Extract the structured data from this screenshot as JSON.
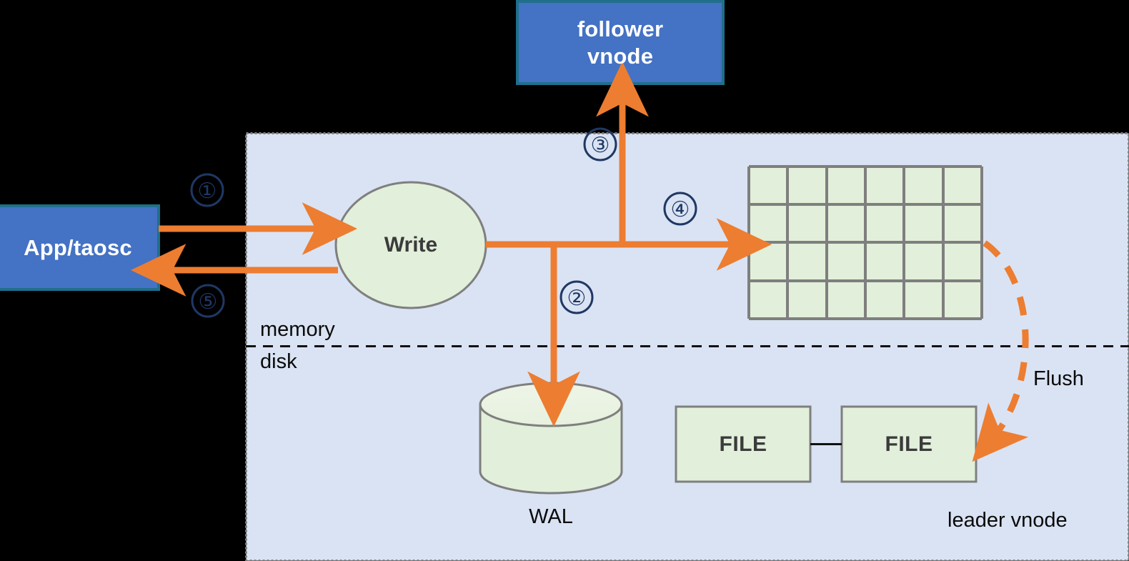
{
  "diagram": {
    "title": "TDengine leader vnode write path",
    "background_color": "#000000",
    "panel_fill": "#dae3f3",
    "panel_border_color": "#808080",
    "accent_color": "#ed7d31",
    "blue_box_fill": "#4472c4",
    "blue_box_border": "#1f6f8b",
    "green_fill": "#e2efda",
    "green_border": "#7f7f7f",
    "number_color": "#1f3864",
    "text_color": "#0a0a0a"
  },
  "nodes": {
    "app": {
      "label": "App/taosc"
    },
    "follower": {
      "label_line1": "follower",
      "label_line2": "vnode"
    },
    "write": {
      "label": "Write"
    },
    "wal": {
      "caption": "WAL"
    },
    "file_left": {
      "label": "FILE"
    },
    "file_right": {
      "label": "FILE"
    },
    "memtable": {
      "columns": 6,
      "rows": 4
    }
  },
  "labels": {
    "memory": "memory",
    "disk": "disk",
    "flush": "Flush",
    "leader_vnode": "leader vnode"
  },
  "steps": [
    {
      "id": "step-1",
      "glyph": "①",
      "meaning": "request from App/taosc to Write"
    },
    {
      "id": "step-2",
      "glyph": "②",
      "meaning": "write to WAL on disk"
    },
    {
      "id": "step-3",
      "glyph": "③",
      "meaning": "replicate to follower vnode"
    },
    {
      "id": "step-4",
      "glyph": "④",
      "meaning": "insert into memtable"
    },
    {
      "id": "step-5",
      "glyph": "⑤",
      "meaning": "acknowledge back to App/taosc"
    }
  ]
}
